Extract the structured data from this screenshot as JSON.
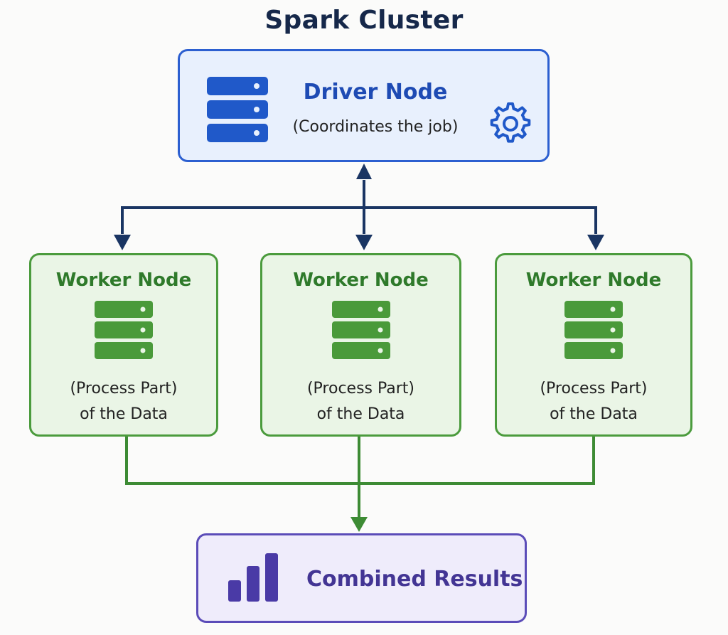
{
  "title": "Spark Cluster",
  "driver": {
    "label": "Driver Node",
    "subtitle": "(Coordinates the job)",
    "server_icon": "server-stack-icon",
    "gear_icon": "gear-icon"
  },
  "workers": [
    {
      "label": "Worker Node",
      "desc_line1": "(Process Part)",
      "desc_line2": "of the Data",
      "icon": "server-stack-icon"
    },
    {
      "label": "Worker Node",
      "desc_line1": "(Process Part)",
      "desc_line2": "of the Data",
      "icon": "server-stack-icon"
    },
    {
      "label": "Worker Node",
      "desc_line1": "(Process Part)",
      "desc_line2": "of the Data",
      "icon": "server-stack-icon"
    }
  ],
  "results": {
    "label": "Combined Results",
    "icon": "bar-chart-icon"
  },
  "colors": {
    "title": "#16284a",
    "driver_accent": "#2c5fd0",
    "driver_fill": "#e8f0fd",
    "worker_accent": "#4b9b3d",
    "worker_fill": "#eaf5e6",
    "results_accent": "#5b4cb8",
    "results_fill": "#efecfb",
    "dispatch_arrows": "#1a3563",
    "collect_arrows": "#3d8b34"
  }
}
